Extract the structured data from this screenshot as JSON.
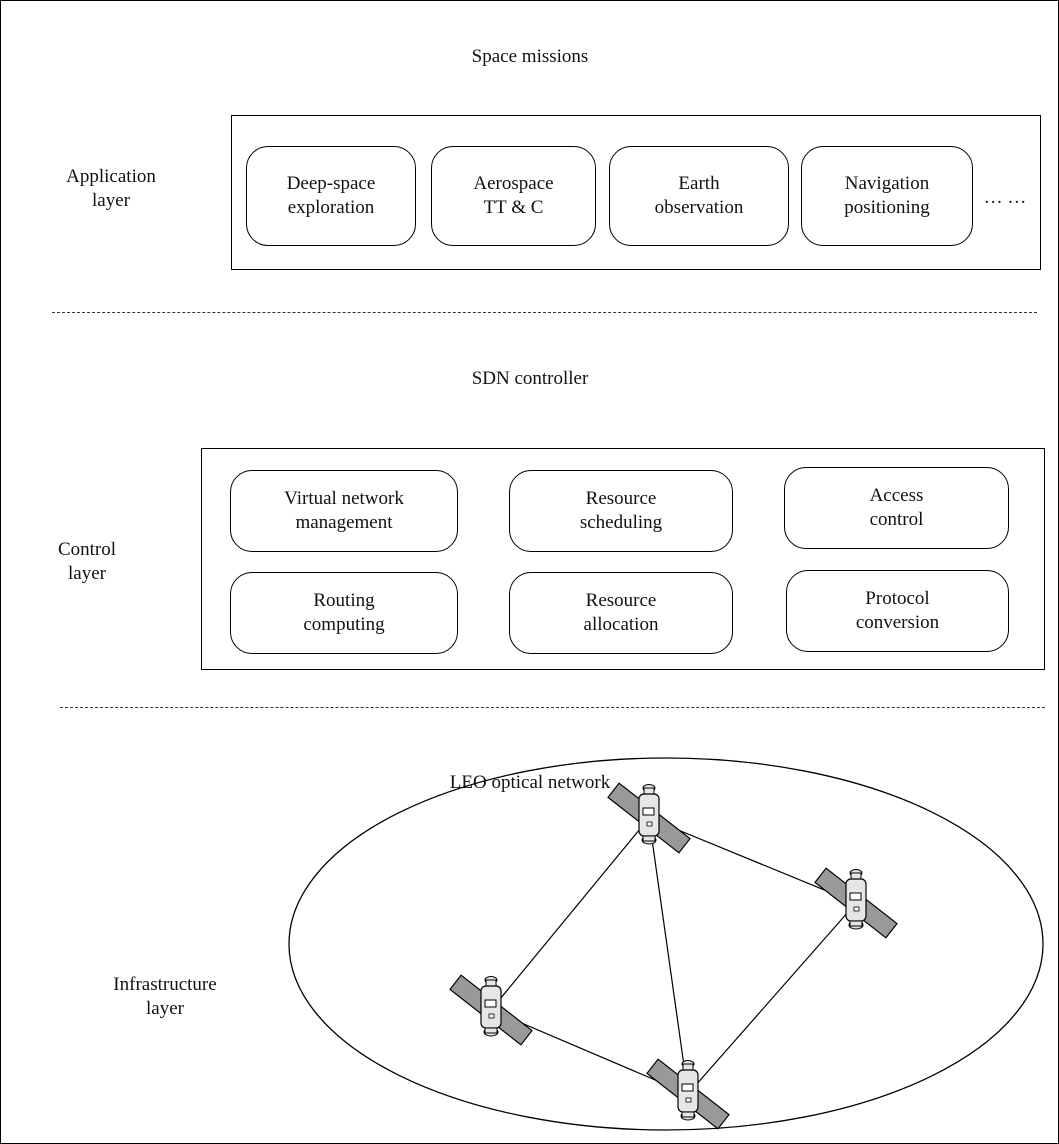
{
  "application_layer": {
    "section_title": "Space missions",
    "layer_label": "Application\nlayer",
    "items": [
      {
        "label": "Deep-space\nexploration"
      },
      {
        "label": "Aerospace\nTT & C"
      },
      {
        "label": "Earth\nobservation"
      },
      {
        "label": "Navigation\npositioning"
      }
    ],
    "ellipsis": "… …"
  },
  "control_layer": {
    "section_title": "SDN controller",
    "layer_label": "Control\nlayer",
    "items": [
      {
        "label": "Virtual network\nmanagement"
      },
      {
        "label": "Resource\nscheduling"
      },
      {
        "label": "Access\ncontrol"
      },
      {
        "label": "Routing\ncomputing"
      },
      {
        "label": "Resource\nallocation"
      },
      {
        "label": "Protocol\nconversion"
      }
    ]
  },
  "infrastructure_layer": {
    "section_title": "LEO optical network",
    "layer_label": "Infrastructure\nlayer",
    "nodes": [
      "satellite-top",
      "satellite-left",
      "satellite-bottom",
      "satellite-right"
    ],
    "links": [
      [
        "satellite-top",
        "satellite-left"
      ],
      [
        "satellite-top",
        "satellite-bottom"
      ],
      [
        "satellite-top",
        "satellite-right"
      ],
      [
        "satellite-left",
        "satellite-bottom"
      ],
      [
        "satellite-bottom",
        "satellite-right"
      ]
    ]
  },
  "colors": {
    "stroke": "#000000",
    "satellite_panel": "#999999",
    "satellite_body": "#e6e6e6"
  }
}
